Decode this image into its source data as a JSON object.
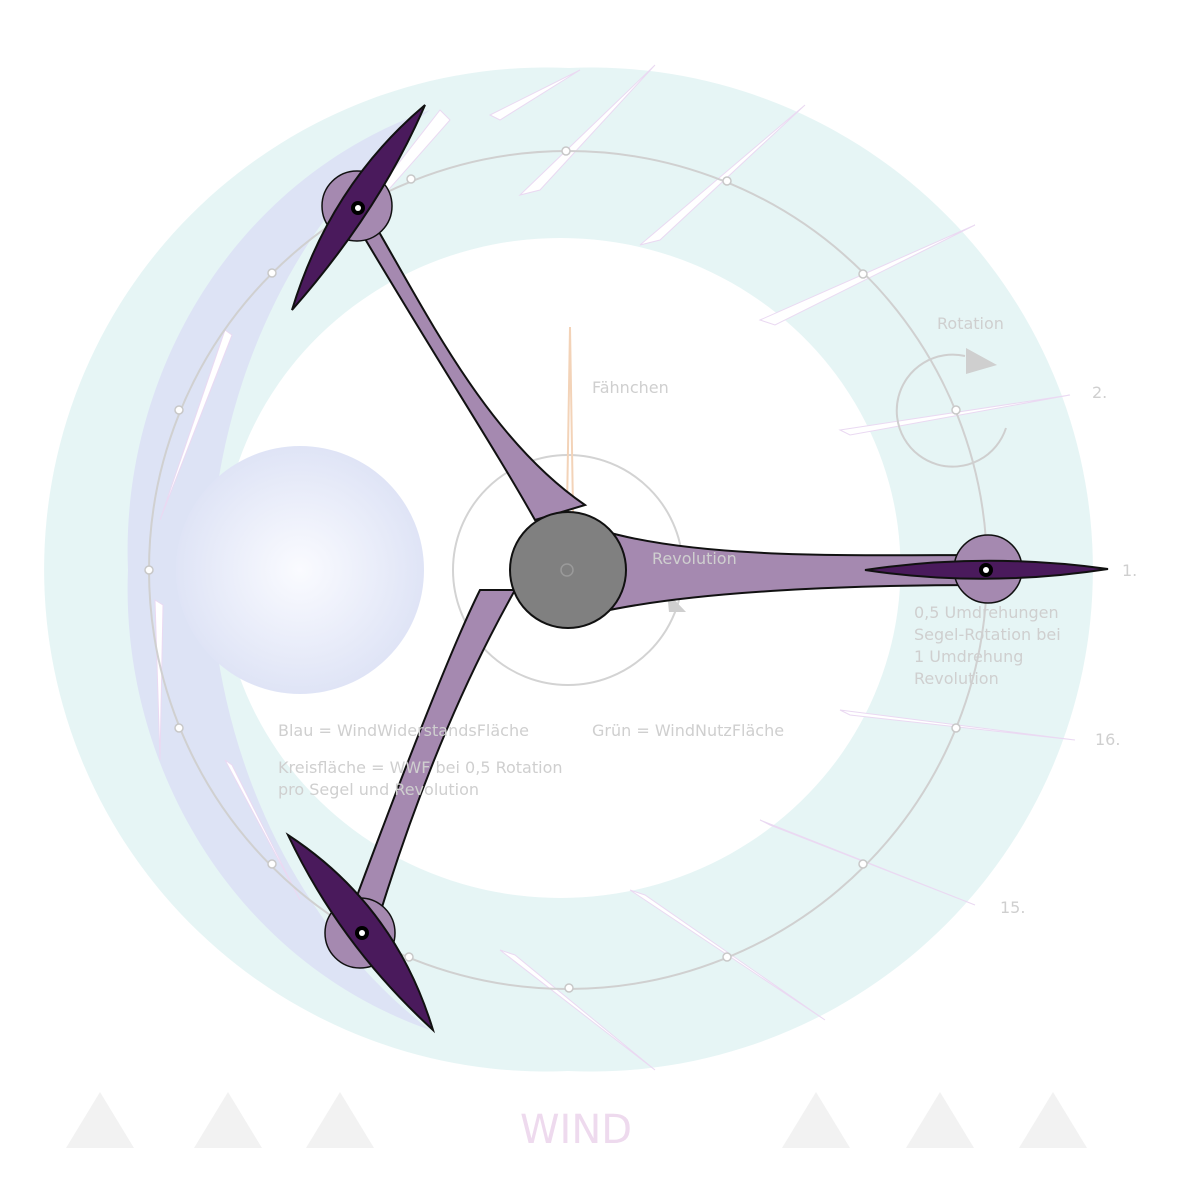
{
  "colors": {
    "green_area": "#e6f5f5",
    "blue_area": "#dde3f5",
    "arm": "#a589b0",
    "sail": "#4a1a5c",
    "hub": "#808080",
    "guide": "#d0d0d0",
    "label": "#cfcfcf",
    "flag": "#f3d3b8",
    "wind_text": "#eedaee",
    "wind_arrow": "#f2f2f2"
  },
  "labels": {
    "rotation": "Rotation",
    "flag": "Fähnchen",
    "revolution": "Revolution",
    "sail_ratio": [
      "0,5 Umdrehungen",
      "Segel-Rotation bei",
      "1 Umdrehung",
      "Revolution"
    ],
    "blue": "Blau = WindWiderstandsFläche",
    "green": "Grün = WindNutzFläche",
    "circle_area": [
      "Kreisfläche = WWF bei 0,5 Rotation",
      "pro Segel und Revolution"
    ],
    "positions": [
      "1.",
      "2.",
      "16.",
      "15."
    ],
    "wind": "WIND"
  },
  "icons": [
    "rotation-arrow-icon",
    "revolution-arrow-icon",
    "wind-arrow-icon"
  ]
}
